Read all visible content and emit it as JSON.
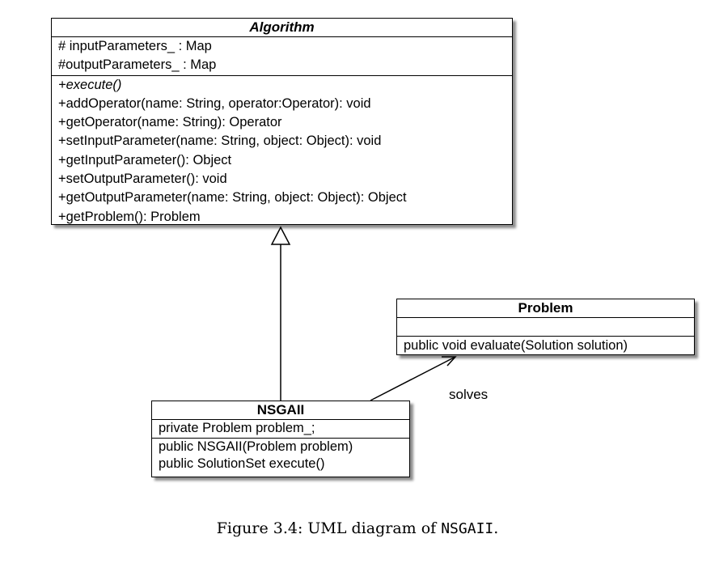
{
  "algorithm": {
    "name": "Algorithm",
    "attributes": [
      "# inputParameters_ : Map",
      "#outputParameters_ : Map"
    ],
    "operations": [
      "+execute()",
      "+addOperator(name: String, operator:Operator): void",
      "+getOperator(name: String): Operator",
      "+setInputParameter(name: String, object: Object): void",
      "+getInputParameter(): Object",
      "+setOutputParameter(): void",
      "+getOutputParameter(name: String, object: Object): Object",
      "+getProblem(): Problem"
    ]
  },
  "problem": {
    "name": "Problem",
    "attributes": [],
    "operations": [
      "public void evaluate(Solution solution)"
    ]
  },
  "nsgaii": {
    "name": "NSGAII",
    "attributes": [
      "private Problem  problem_;"
    ],
    "operations": [
      "public NSGAII(Problem problem)",
      "public SolutionSet execute()"
    ]
  },
  "association_label": "solves",
  "caption": {
    "prefix": "Figure 3.4: UML diagram of ",
    "code": "NSGAII",
    "suffix": "."
  }
}
